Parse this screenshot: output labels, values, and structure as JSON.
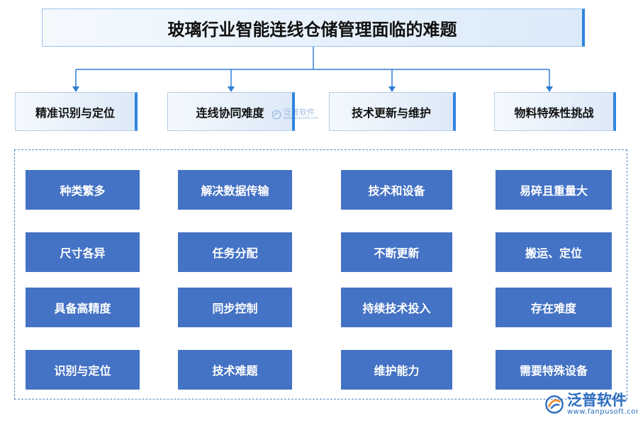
{
  "title": "玻璃行业智能连线仓储管理面临的难题",
  "categories": [
    "精准识别与定位",
    "连线协同难度",
    "技术更新与维护",
    "物料特殊性挑战"
  ],
  "columns": [
    {
      "items": [
        "种类繁多",
        "尺寸各异",
        "具备高精度",
        "识别与定位"
      ]
    },
    {
      "items": [
        "解决数据传输",
        "任务分配",
        "同步控制",
        "技术难题"
      ]
    },
    {
      "items": [
        "技术和设备",
        "不断更新",
        "持续技术投入",
        "维护能力"
      ]
    },
    {
      "items": [
        "易碎且重量大",
        "搬运、定位",
        "存在难度",
        "需要特殊设备"
      ]
    }
  ],
  "watermark": {
    "brand": "泛普软件",
    "url": "www.fanpusoft.com",
    "icon": "fanpu-logo-icon"
  },
  "colors": {
    "item_fill": "#4472c4",
    "accent": "#2f84df",
    "connector": "#2f7fd6"
  }
}
